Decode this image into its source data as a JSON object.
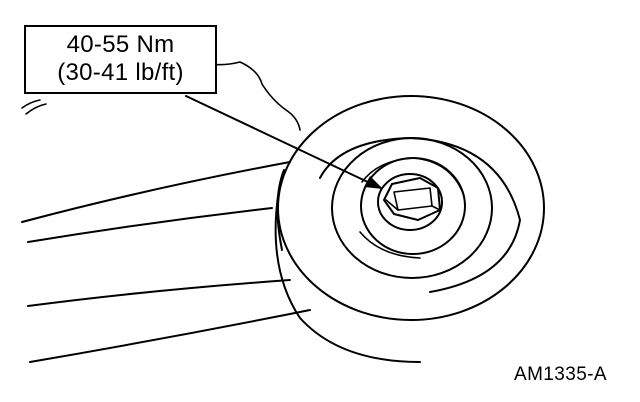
{
  "callout": {
    "torque_metric": "40-55 Nm",
    "torque_imperial": "(30-41 lb/ft)"
  },
  "figure_id": "AM1335-A"
}
